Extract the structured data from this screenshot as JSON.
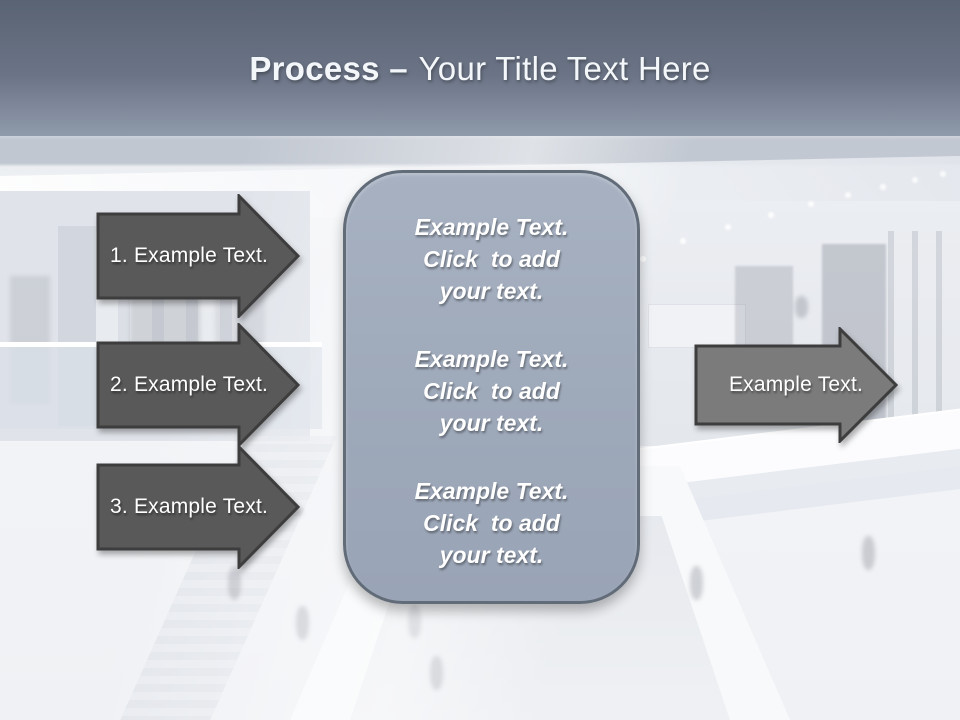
{
  "title": {
    "emphasis": "Process –",
    "rest": "Your Title Text Here"
  },
  "left_arrows": [
    {
      "label": "1. Example Text."
    },
    {
      "label": "2. Example Text."
    },
    {
      "label": "3. Example Text."
    }
  ],
  "right_arrow": {
    "label": "Example Text."
  },
  "center_panel": {
    "blocks": [
      {
        "text": "Example Text.\nClick  to add\nyour text."
      },
      {
        "text": "Example Text.\nClick  to add\nyour text."
      },
      {
        "text": "Example Text.\nClick  to add\nyour text."
      }
    ]
  },
  "colors": {
    "header_gradient_top": "#5a6373",
    "header_gradient_bottom": "#8f9aab",
    "process_arrow_fill": "#595959",
    "result_arrow_fill": "#7b7b7b",
    "arrow_outline": "#3d3d3d",
    "panel_fill": "#9da8b9",
    "panel_border": "#626c79",
    "text_color": "#ffffff"
  }
}
